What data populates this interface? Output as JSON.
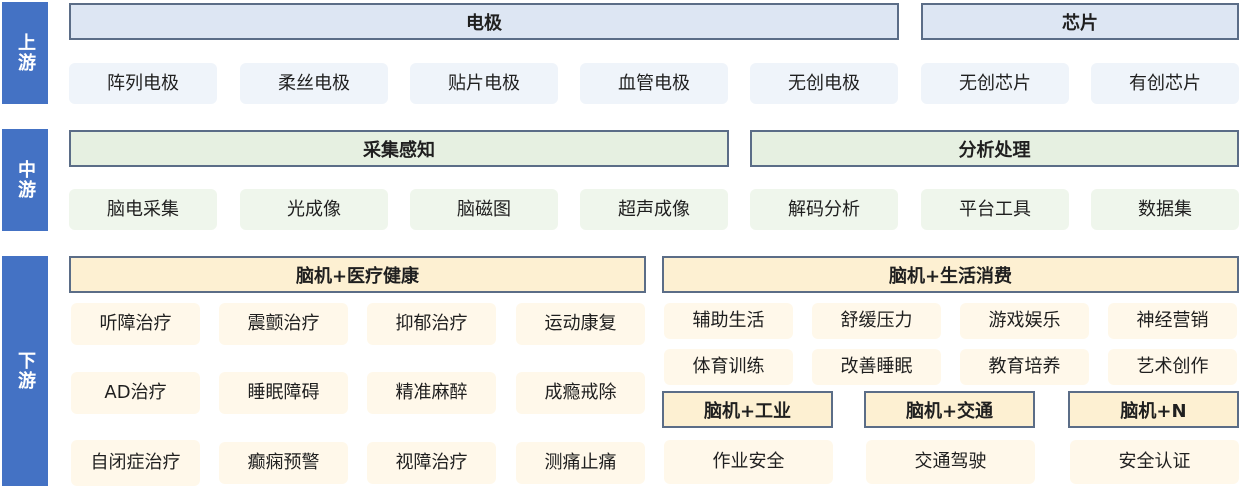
{
  "upstream": {
    "label": "上游",
    "headers": [
      "电极",
      "芯片"
    ],
    "items": [
      "阵列电极",
      "柔丝电极",
      "贴片电极",
      "血管电极",
      "无创电极",
      "无创芯片",
      "有创芯片"
    ]
  },
  "midstream": {
    "label": "中游",
    "headers": [
      "采集感知",
      "分析处理"
    ],
    "items": [
      "脑电采集",
      "光成像",
      "脑磁图",
      "超声成像",
      "解码分析",
      "平台工具",
      "数据集"
    ]
  },
  "downstream": {
    "label": "下游",
    "medical": {
      "header": "脑机+医疗健康",
      "items": [
        "听障治疗",
        "震颤治疗",
        "抑郁治疗",
        "运动康复",
        "AD治疗",
        "睡眠障碍",
        "精准麻醉",
        "成瘾戒除",
        "自闭症治疗",
        "癫痫预警",
        "视障治疗",
        "测痛止痛"
      ]
    },
    "life": {
      "header": "脑机+生活消费",
      "items": [
        "辅助生活",
        "舒缓压力",
        "游戏娱乐",
        "神经营销",
        "体育训练",
        "改善睡眠",
        "教育培养",
        "艺术创作"
      ]
    },
    "industry": {
      "header": "脑机+工业",
      "item": "作业安全"
    },
    "traffic": {
      "header": "脑机+交通",
      "item": "交通驾驶"
    },
    "n": {
      "header": "脑机+N",
      "item": "安全认证"
    }
  },
  "colors": {
    "side_bar": "#4472c4",
    "header_border": "#5b6d87",
    "upstream_header": "#dde6f3",
    "midstream_header": "#e6f0e1",
    "downstream_header": "#fdf0d2"
  }
}
